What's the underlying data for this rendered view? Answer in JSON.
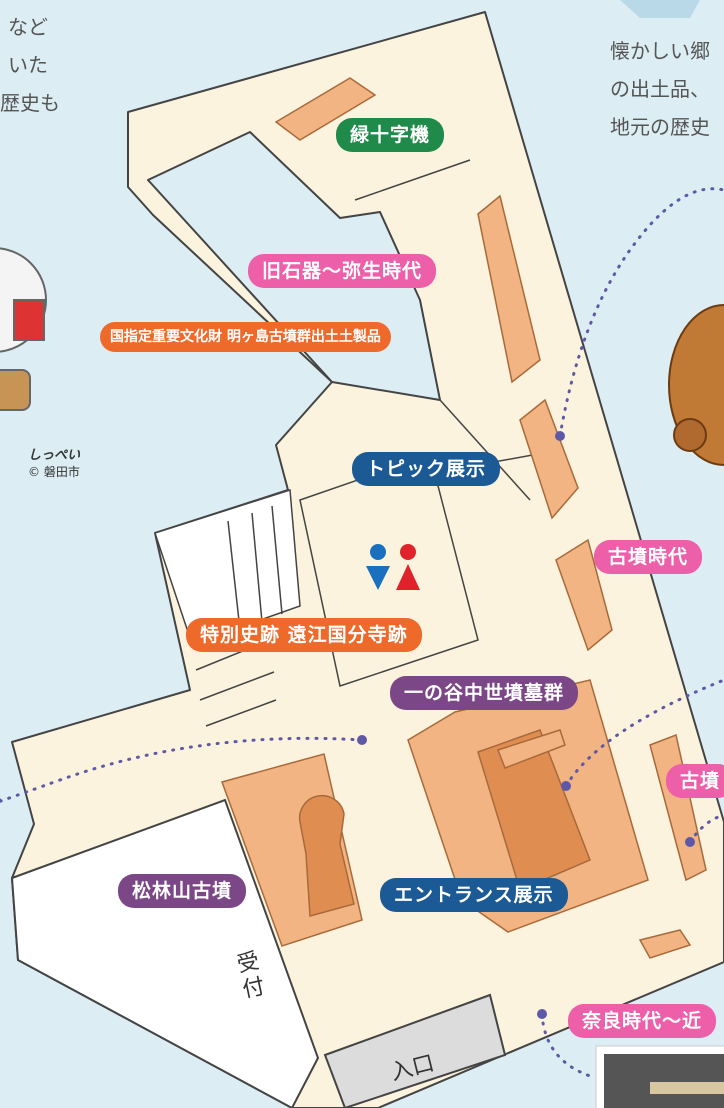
{
  "intro_left": [
    "など",
    "いた",
    "歴史も"
  ],
  "intro_right": [
    "懐かしい郷",
    "の出土品、",
    "地元の歴史"
  ],
  "credit": {
    "name": "しっぺい",
    "copyright": "© 磐田市"
  },
  "labels": {
    "midori_jujiki": "緑十字機",
    "paleolithic_yayoi": "旧石器～弥生時代",
    "national_treasure": "国指定重要文化財 明ヶ島古墳群出土土製品",
    "topic_exhibit": "トピック展示",
    "kofun_period": "古墳時代",
    "kofun_cut": "古墳",
    "tomi_kokubunji": "特別史跡 遠江国分寺跡",
    "ichinotani": "一の谷中世墳墓群",
    "shorinzan": "松林山古墳",
    "entrance_exhibit": "エントランス展示",
    "nara_period": "奈良時代～近"
  },
  "map": {
    "reception": "受付",
    "entrance": "入口"
  },
  "colors": {
    "green": "#1f8a4a",
    "pink": "#ee5fa9",
    "orange": "#ee6a2a",
    "navy": "#1b5a94",
    "purple": "#7c4787",
    "floor": "#fbf3dd",
    "case": "#f2b482",
    "dots": "#5e58a6"
  }
}
